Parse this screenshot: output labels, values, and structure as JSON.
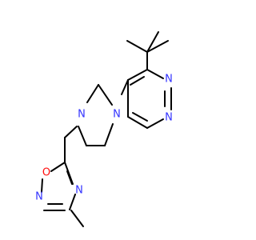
{
  "molecule": {
    "colors": {
      "bond": "#000000",
      "nitrogen": "#3333ff",
      "oxygen": "#ff0d0d"
    },
    "atoms": [
      {
        "id": "pyrimidine-n3",
        "symbol": "N",
        "element": "nitrogen"
      },
      {
        "id": "pyrimidine-n1",
        "symbol": "N",
        "element": "nitrogen"
      },
      {
        "id": "piperazine-n4",
        "symbol": "N",
        "element": "nitrogen"
      },
      {
        "id": "piperazine-n1",
        "symbol": "N",
        "element": "nitrogen"
      },
      {
        "id": "oxadiazole-o1",
        "symbol": "O",
        "element": "oxygen"
      },
      {
        "id": "oxadiazole-n2",
        "symbol": "N",
        "element": "nitrogen"
      },
      {
        "id": "oxadiazole-n4",
        "symbol": "N",
        "element": "nitrogen"
      }
    ]
  }
}
